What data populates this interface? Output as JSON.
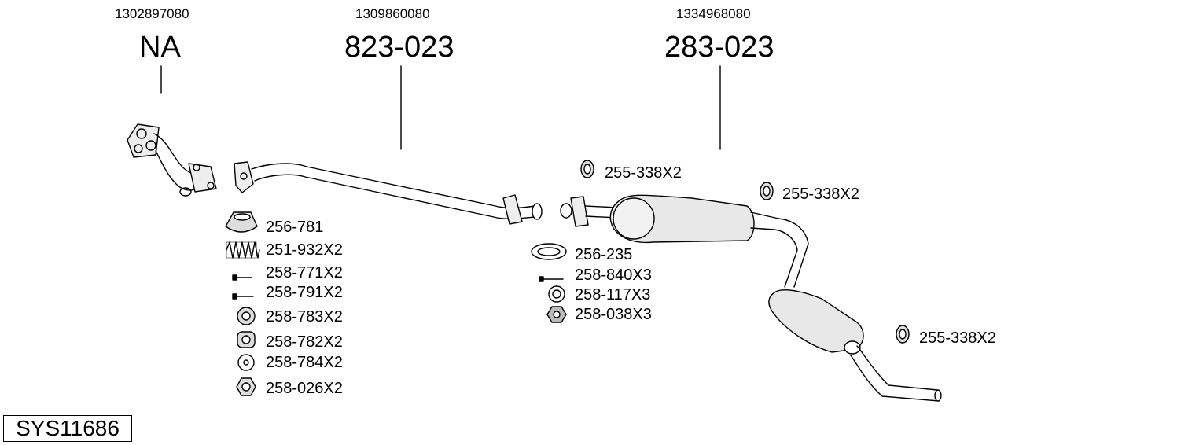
{
  "assemblies": [
    {
      "oe": "1302897080",
      "part": "NA"
    },
    {
      "oe": "1309860080",
      "part": "823-023"
    },
    {
      "oe": "1334968080",
      "part": "283-023"
    }
  ],
  "hardware_left": [
    "256-781",
    "251-932X2",
    "258-771X2",
    "258-791X2",
    "258-783X2",
    "258-782X2",
    "258-784X2",
    "258-026X2"
  ],
  "hardware_middle": [
    "256-235",
    "258-840X3",
    "258-117X3",
    "258-038X3"
  ],
  "rubber_mounts": [
    "255-338X2",
    "255-338X2",
    "255-338X2"
  ],
  "system_code": "SYS11686",
  "colors": {
    "line": "#000000",
    "fill": "#ffffff",
    "part_fill": "#e8e8e8"
  }
}
